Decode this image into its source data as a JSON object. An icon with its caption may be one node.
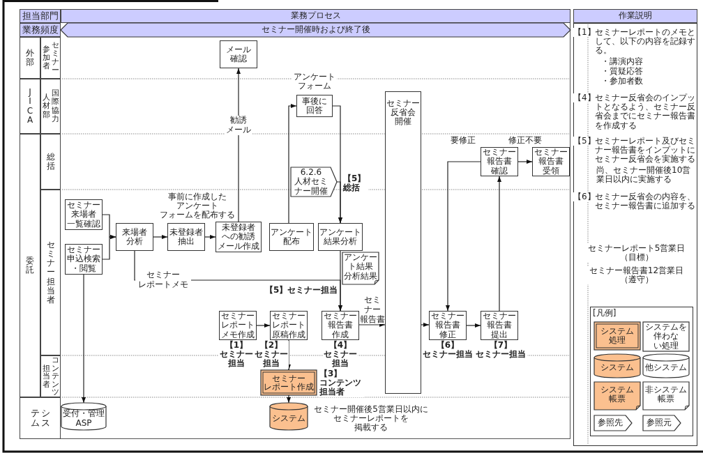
{
  "diagram": {
    "nodes": [
      {
        "text": [
          "メール確認"
        ]
      },
      {
        "text": [
          "事後に回答"
        ],
        "beside": [
          "アンケートフォーム"
        ]
      },
      {
        "text": [
          "6.2.6 人材セミナー開催"
        ]
      },
      {
        "text": [
          "セミナー反省会開催"
        ]
      },
      {
        "text": [
          "セミナー報告書確認"
        ]
      },
      {
        "text": [
          "セミナー報告書受領"
        ]
      },
      {
        "text": [
          "セミナー来場者一覧確認"
        ]
      },
      {
        "text": [
          "セミナー申込検索・閲覧"
        ]
      },
      {
        "text": [
          "来場者分析"
        ]
      },
      {
        "text": [
          "未登録者抽出"
        ]
      },
      {
        "text": [
          "未登録者への勧誘メール作成"
        ]
      },
      {
        "text": [
          "アンケート配布"
        ]
      },
      {
        "text": [
          "アンケート結果分析"
        ]
      },
      {
        "text": [
          "アンケート結果分析結果"
        ]
      },
      {
        "text": [
          "セミナーレポートメモ作成"
        ],
        "beside": [
          "【1】セミナー担当"
        ]
      },
      {
        "text": [
          "セミナーレポート原稿作成"
        ],
        "beside": [
          "【2】セミナー担当"
        ]
      },
      {
        "text": [
          "セミナー報告書作成"
        ],
        "beside": [
          "【4】セミナー担当"
        ]
      },
      {
        "text": [
          "セミナー報告書修正"
        ],
        "beside": [
          "【6】セミナー担当"
        ]
      },
      {
        "text": [
          "セミナー報告書提出"
        ],
        "beside": [
          "【7】セミナー担当"
        ]
      },
      {
        "text": [
          "セミナーレポート作成"
        ],
        "beside": [
          "【3】コンテンツ担当者"
        ]
      },
      {
        "text": [
          "受付・管理 ASP"
        ]
      },
      {
        "text": [
          "システム"
        ],
        "beside": [
          "セミナー開催後5営業日以内にセミナーレポートを掲載する"
        ]
      }
    ],
    "edges": [
      {
        "from": 6,
        "to": 8,
        "arrow": "to"
      },
      {
        "from": 7,
        "to": 8,
        "arrow": "to"
      },
      {
        "from": 8,
        "to": 9,
        "arrow": "to"
      },
      {
        "from": 9,
        "to": 10,
        "arrow": "to"
      },
      {
        "from": 10,
        "to": 0,
        "arrow": "to",
        "label": "勧誘メール"
      },
      {
        "from": 11,
        "to": 1,
        "arrow": "to"
      },
      {
        "from": 1,
        "to": 12,
        "arrow": "to"
      },
      {
        "from": 2,
        "to": 12,
        "arrow": "to"
      },
      {
        "from": 8,
        "to": 16,
        "arrow": "to",
        "label": "セミナーレポートメモ"
      },
      {
        "from": 12,
        "to": 16,
        "arrow": "to"
      },
      {
        "from": 14,
        "to": 15,
        "arrow": "to"
      },
      {
        "from": 15,
        "to": 19,
        "arrow": "to"
      },
      {
        "from": 19,
        "to": 21,
        "arrow": "to"
      },
      {
        "from": 16,
        "to": 3,
        "arrow": "to",
        "label": "セミナー報告書"
      },
      {
        "from": 3,
        "to": 17,
        "arrow": "to"
      },
      {
        "from": 17,
        "to": 18,
        "arrow": "to"
      },
      {
        "from": 18,
        "to": 4,
        "arrow": "to"
      },
      {
        "from": 4,
        "to": 17,
        "arrow": "to",
        "label": "要修正"
      },
      {
        "from": 4,
        "to": 5,
        "arrow": "to",
        "label": "修正不要"
      },
      {
        "from": 7,
        "to": 20,
        "arrow": "to"
      }
    ],
    "labels": [
      "担当部門",
      "業務プロセス",
      "作業説明",
      "業務頻度",
      "セミナー開催時および終了後",
      "外部",
      "セミナー参加者",
      "JICA",
      "国際協力人材部",
      "委託",
      "総括",
      "セミナー担当者",
      "コンテンツ担当者",
      "システム",
      "事前に作成したアンケートフォームを配布する",
      "【5】セミナー担当",
      "【1】",
      "セミナーレポートのメモとして、以下の内容を記録する。",
      "・講演内容",
      "・質疑応答",
      "・参加者数",
      "【4】",
      "セミナー反省会のインプットとなるよう、セミナー反省会までにセミナー報告書を作成する",
      "【5】",
      "セミナーレポート及びセミナー報告書をインプットにセミナー反省会を実施する",
      "尚、セミナー開催後10営業日以内に実施する",
      "【6】",
      "セミナー反省会の内容を、セミナー報告書に追加する",
      "セミナーレポート5営業日（目標）",
      "セミナー報告書12営業日（遵守）",
      "[凡例]",
      "【5】総括"
    ],
    "legend": [
      {
        "text": "システム処理",
        "color": "#fbc08f"
      },
      {
        "text": "システムを伴わない処理"
      },
      {
        "text": "参照先"
      },
      {
        "text": "参照元"
      },
      {
        "text": "システム",
        "color": "#fbc08f"
      },
      {
        "text": "他システム"
      },
      {
        "text": "システム帳票",
        "color": "#fbc08f"
      },
      {
        "text": "非システム帳票"
      }
    ]
  }
}
